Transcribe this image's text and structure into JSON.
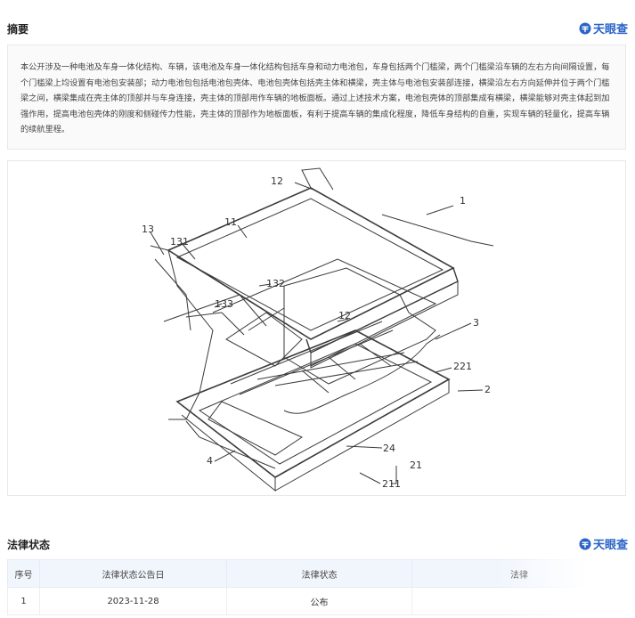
{
  "abstract": {
    "title": "摘要",
    "text": "本公开涉及一种电池及车身一体化结构、车辆，该电池及车身一体化结构包括车身和动力电池包，车身包括两个门槛梁，两个门槛梁沿车辆的左右方向间隔设置，每个门槛梁上均设置有电池包安装部；动力电池包包括电池包壳体、电池包壳体包括壳主体和横梁，壳主体与电池包安装部连接，横梁沿左右方向延伸并位于两个门槛梁之间，横梁集成在壳主体的顶部并与车身连接，壳主体的顶部用作车辆的地板面板。通过上述技术方案，电池包壳体的顶部集成有横梁，横梁能够对壳主体起到加强作用，提高电池包壳体的刚度和侧碰传力性能，壳主体的顶部作为地板面板，有利于提高车辆的集成化程度，降低车身结构的自重，实现车辆的轻量化，提高车辆的续航里程。"
  },
  "brand": {
    "name": "天眼查",
    "color": "#2a63c8"
  },
  "figure": {
    "labels": [
      "12",
      "1",
      "11",
      "13",
      "131",
      "132",
      "133",
      "12",
      "3",
      "221",
      "2",
      "24",
      "21",
      "4",
      "211"
    ]
  },
  "legal": {
    "title": "法律状态",
    "headers": [
      "序号",
      "法律状态公告日",
      "法律状态",
      "法律"
    ],
    "rows": [
      [
        "1",
        "2023-11-28",
        "公布",
        ""
      ]
    ]
  }
}
